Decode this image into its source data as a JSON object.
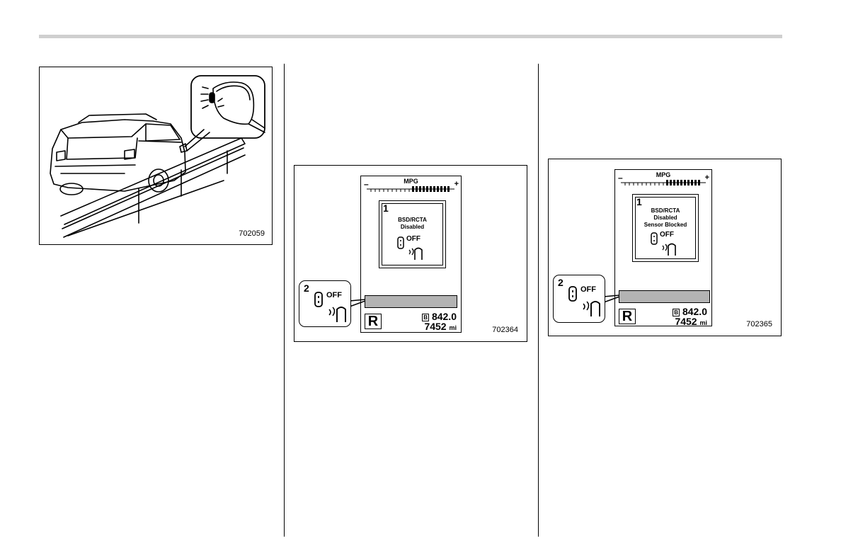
{
  "figures": [
    {
      "code": "702059"
    },
    {
      "code": "702364",
      "mpg_label": "MPG",
      "minus": "–",
      "plus": "+",
      "msg_number": "1",
      "msg_lines": [
        "BSD/RCTA",
        "Disabled"
      ],
      "off_label": "OFF",
      "callout_number": "2",
      "callout_off": "OFF",
      "gear": "R",
      "trip_badge": "B",
      "trip_value": "842.0",
      "odometer": "7452",
      "odometer_unit": "mi"
    },
    {
      "code": "702365",
      "mpg_label": "MPG",
      "minus": "–",
      "plus": "+",
      "msg_number": "1",
      "msg_lines": [
        "BSD/RCTA",
        "Disabled",
        "Sensor Blocked"
      ],
      "off_label": "OFF",
      "callout_number": "2",
      "callout_off": "OFF",
      "gear": "R",
      "trip_badge": "B",
      "trip_value": "842.0",
      "odometer": "7452",
      "odometer_unit": "mi"
    }
  ]
}
